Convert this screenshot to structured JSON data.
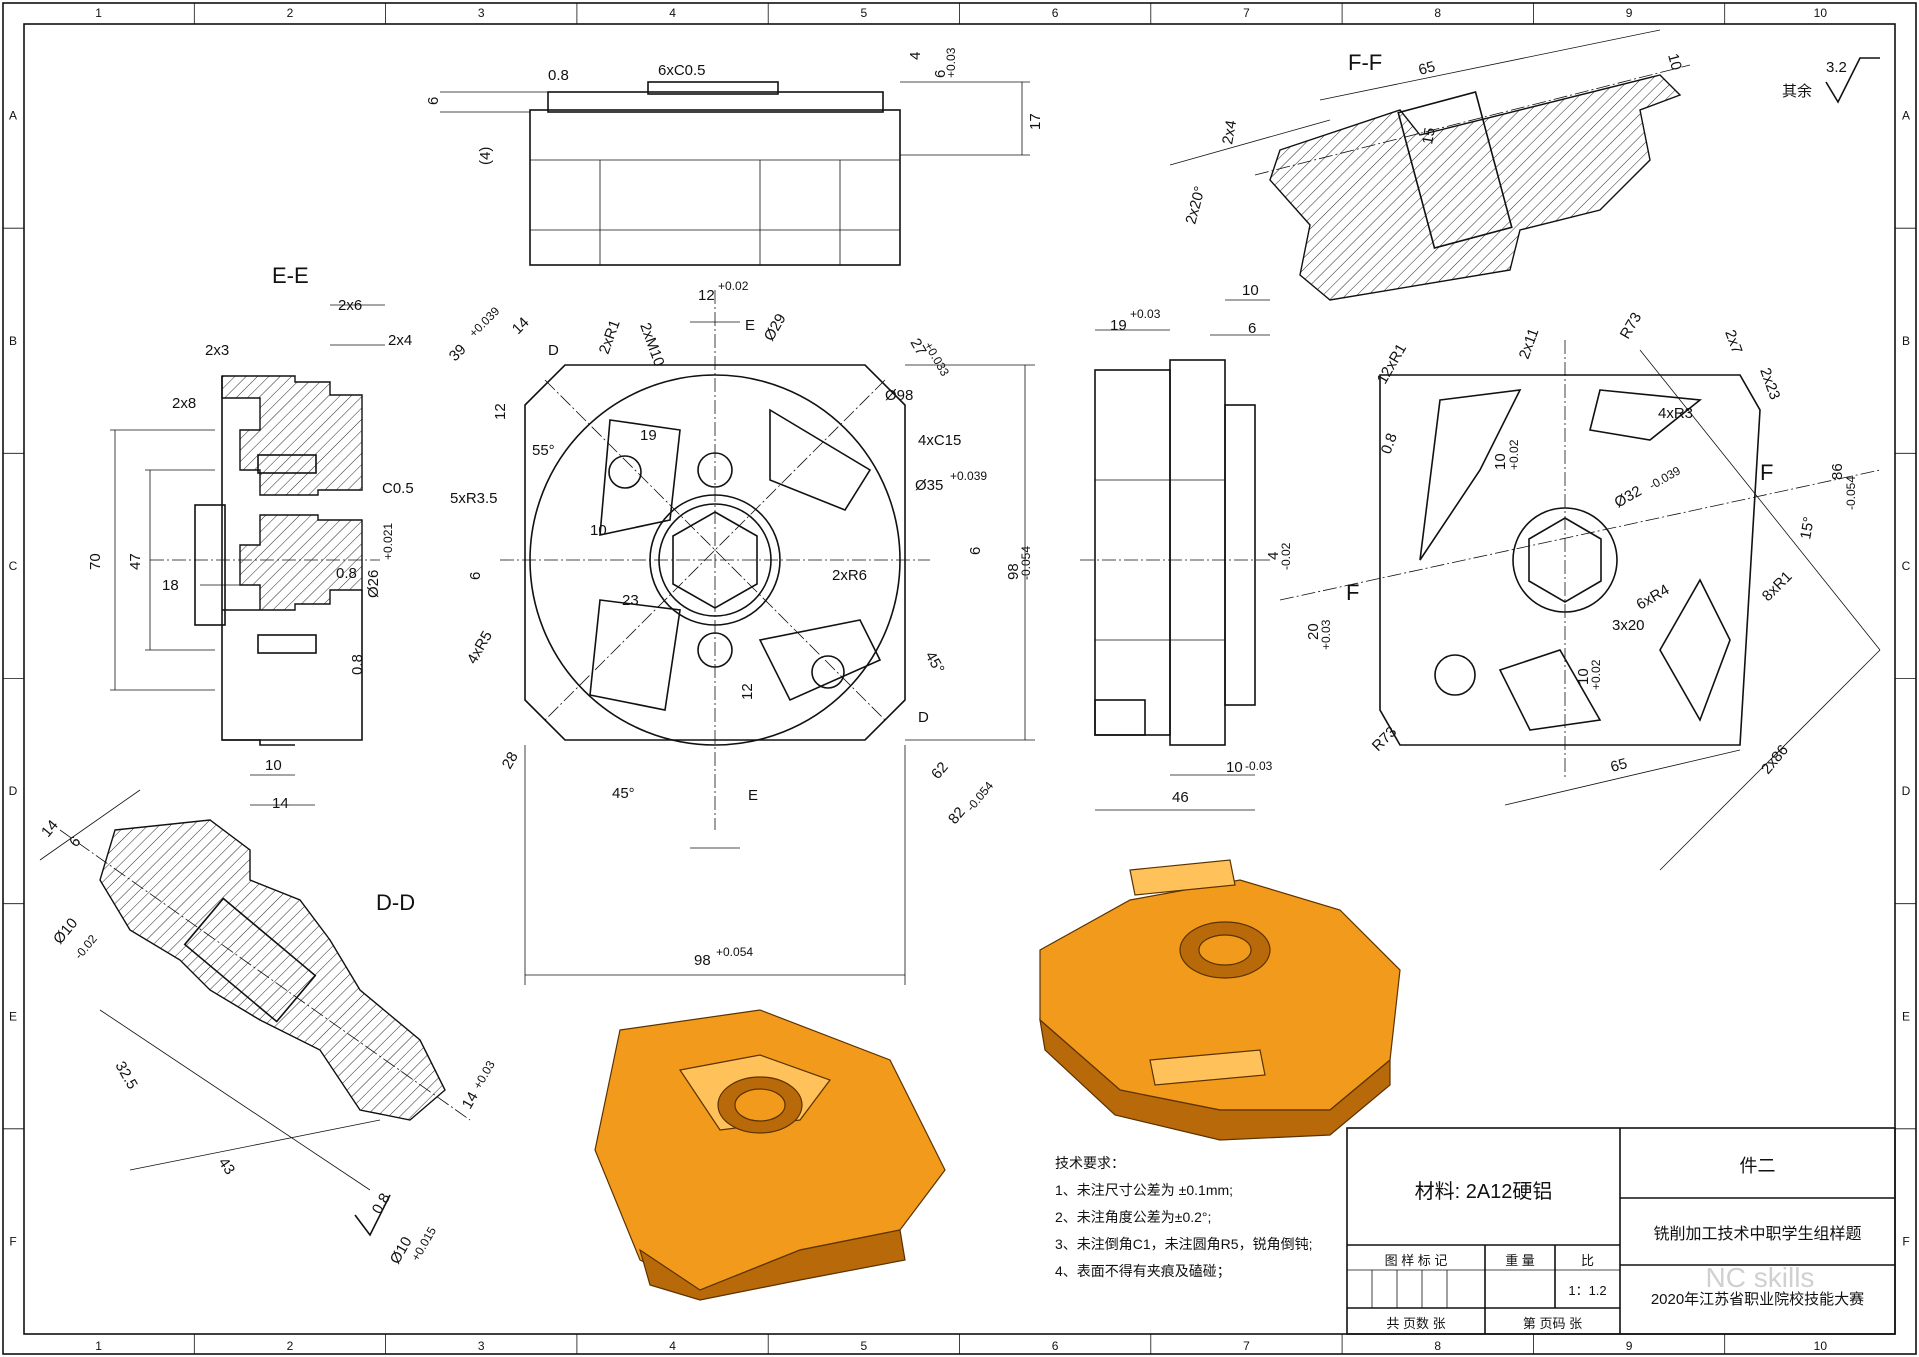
{
  "frame": {
    "columns": [
      "1",
      "2",
      "3",
      "4",
      "5",
      "6",
      "7",
      "8",
      "9",
      "10"
    ],
    "rows": [
      "A",
      "B",
      "C",
      "D",
      "E",
      "F"
    ]
  },
  "roughness": {
    "prefix": "其余",
    "value": "3.2"
  },
  "views": {
    "ee": {
      "title": "E-E",
      "dims": [
        "2x6",
        "2x4",
        "2x3",
        "2x8",
        "C0.5",
        "70",
        "47",
        "18",
        "0.8",
        "Ø26",
        "0.8",
        "10",
        "14"
      ],
      "tol_d26": "+0.021",
      "tol_d26_low": "0"
    },
    "top": {
      "dims": [
        "6xC0.5",
        "0.8",
        "4",
        "6",
        "6",
        "17",
        "(4)"
      ],
      "tol6": "+0.03",
      "tol6_low": "0"
    },
    "front": {
      "dims": [
        "D",
        "2xR1",
        "2xM10",
        "Ø29",
        "27",
        "Ø98",
        "4xC15",
        "Ø35",
        "5xR3.5",
        "55°",
        "19",
        "12",
        "14",
        "39",
        "10",
        "6",
        "6",
        "2xR6",
        "98",
        "23",
        "4xR5",
        "45°",
        "D",
        "28",
        "45°",
        "E",
        "12",
        "62",
        "82",
        "98",
        "E",
        "12"
      ],
      "tol39": "+0.039",
      "tol27": "+0.033",
      "tol35": "+0.039",
      "tol12": "+0.02",
      "tol98": "-0.054",
      "tol82": "-0.054",
      "tol98b": "+0.054",
      "tol_low": "0"
    },
    "side": {
      "dims": [
        "19",
        "10",
        "6",
        "10",
        "46"
      ],
      "tol19": "+0.03",
      "tol10": "-0.03",
      "tol_low": "0"
    },
    "ff": {
      "title": "F-F",
      "dims": [
        "65",
        "10",
        "2x4",
        "15",
        "2x20°"
      ]
    },
    "right": {
      "dims": [
        "12xR1",
        "2x11",
        "R73",
        "2x7",
        "2x23",
        "4xR3",
        "0.8",
        "10",
        "Ø32",
        "86",
        "F",
        "15°",
        "4",
        "F",
        "20",
        "6xR4",
        "8xR1",
        "3x20",
        "10",
        "R73",
        "65",
        "2x86"
      ],
      "tol10": "+0.02",
      "tol32": "-0.039",
      "tol86": "-0.054",
      "tol4": "-0.02",
      "tol20": "+0.03",
      "tol_low": "0"
    },
    "dd": {
      "title": "D-D",
      "dims": [
        "14",
        "6",
        "Ø10",
        "32.5",
        "43",
        "14",
        "0.8",
        "Ø10"
      ],
      "tol_d10": "-0.02",
      "tol14": "+0.03",
      "tol_d10b": "+0.015",
      "tol_low": "0"
    }
  },
  "tech": {
    "heading": "技术要求：",
    "items": [
      "1、未注尺寸公差为 ±0.1mm;",
      "2、未注角度公差为±0.2°;",
      "3、未注倒角C1，未注圆角R5，锐角倒钝;",
      "4、表面不得有夹痕及磕碰；"
    ]
  },
  "titleblock": {
    "material": "材料: 2A12硬铝",
    "part": "件二",
    "name": "铣削加工技术中职学生组样题",
    "marks": "图 样 标 记",
    "weight": "重 量",
    "ratio_label": "比",
    "ratio": "1：1.2",
    "total": "共 页数 张",
    "page": "第 页码 张",
    "event": "2020年江苏省职业院校技能大赛",
    "watermark": "NC skills"
  },
  "colors": {
    "render": "#f29a1c",
    "render_dark": "#b8690a",
    "render_light": "#ffc25a",
    "line": "#111111"
  }
}
